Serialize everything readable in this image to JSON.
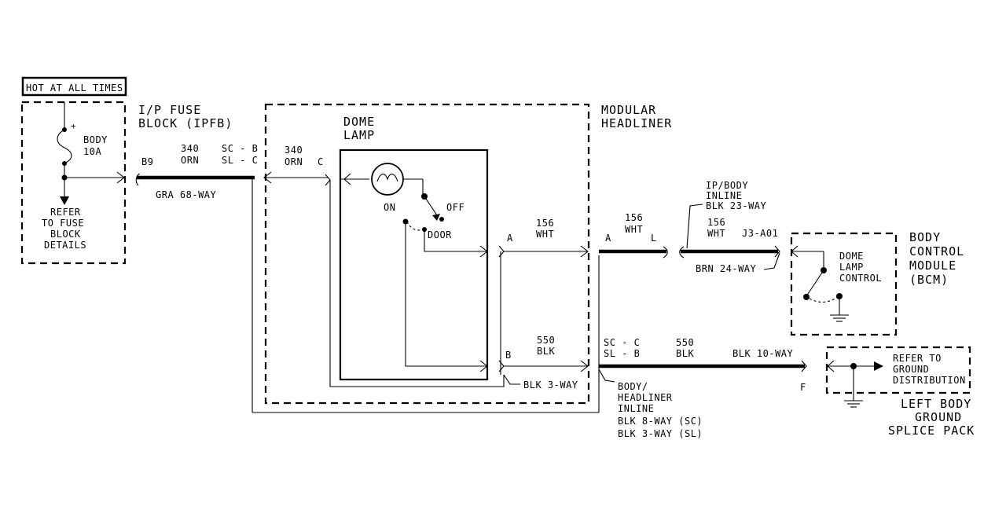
{
  "hot_label": "HOT AT ALL TIMES",
  "fuse": {
    "plus": "+",
    "name_1": "BODY",
    "name_2": "10A",
    "refer_1": "REFER",
    "refer_2": "TO FUSE",
    "refer_3": "BLOCK",
    "refer_4": "DETAILS"
  },
  "ipfb": {
    "title_1": "I/P FUSE",
    "title_2": "BLOCK (IPFB)",
    "pin": "B9",
    "conn": "GRA 68-WAY"
  },
  "wire340": {
    "num": "340",
    "color": "ORN"
  },
  "sc_b": "SC - B",
  "sl_c": "SL - C",
  "dome_pin_c": "C",
  "modular": {
    "title_1": "MODULAR",
    "title_2": "HEADLINER"
  },
  "dome_lamp": {
    "title_1": "DOME",
    "title_2": "LAMP",
    "on": "ON",
    "off": "OFF",
    "door": "DOOR"
  },
  "wire156": {
    "num": "156",
    "color": "WHT"
  },
  "wire550": {
    "num": "550",
    "color": "BLK"
  },
  "pin_a": "A",
  "pin_b": "B",
  "pin_l": "L",
  "pin_f": "F",
  "blk3": "BLK 3-WAY",
  "sc_c": "SC - C",
  "sl_b": "SL - B",
  "body_headliner": {
    "line_1": "BODY/",
    "line_2": "HEADLINER",
    "line_3": "INLINE",
    "line_4": "BLK 8-WAY (SC)",
    "line_5": "BLK 3-WAY (SL)"
  },
  "ip_body": {
    "line_1": "IP/BODY",
    "line_2": "INLINE",
    "line_3": "BLK 23-WAY"
  },
  "j3_a01": "J3-A01",
  "brn24": "BRN 24-WAY",
  "blk10": "BLK 10-WAY",
  "bcm": {
    "title_1": "BODY",
    "title_2": "CONTROL",
    "title_3": "MODULE",
    "title_4": "(BCM)",
    "ctrl_1": "DOME",
    "ctrl_2": "LAMP",
    "ctrl_3": "CONTROL"
  },
  "ground": {
    "refer_1": "REFER TO",
    "refer_2": "GROUND",
    "refer_3": "DISTRIBUTION",
    "title_1": "LEFT BODY",
    "title_2": "GROUND",
    "title_3": "SPLICE PACK"
  }
}
